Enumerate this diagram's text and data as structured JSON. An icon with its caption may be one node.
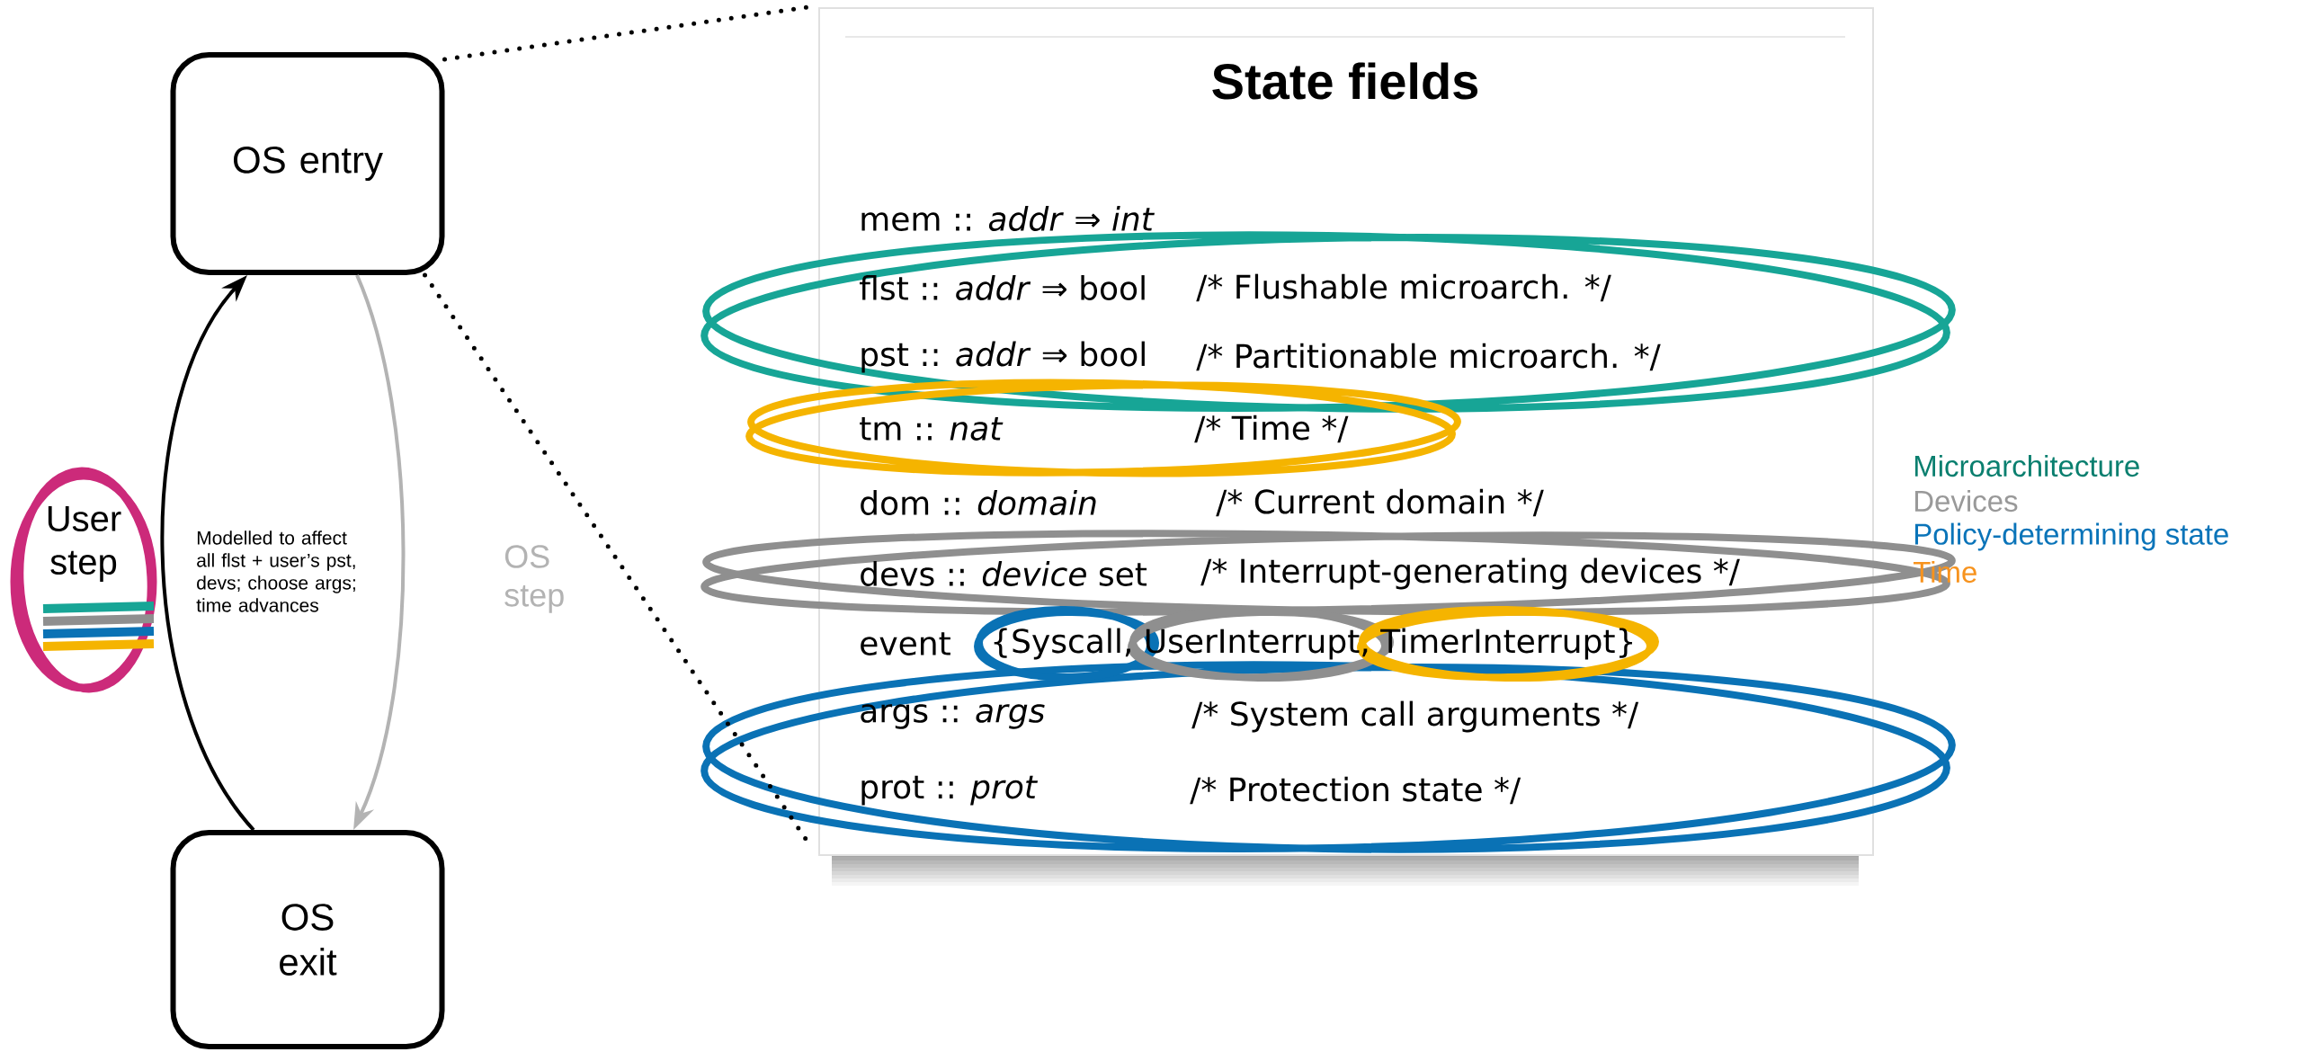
{
  "diagram": {
    "nodes": [
      {
        "text": [
          "OS entry"
        ]
      },
      {
        "text": [
          "OS exit"
        ]
      },
      {
        "text": [
          "State fields",
          "mem :: *addr* ⇒ *int*",
          "flst :: *addr* ⇒ bool",
          "/* Flushable microarch. */",
          "pst :: *addr* ⇒ bool",
          "/* Partitionable microarch. */",
          "tm :: *nat*",
          "/* Time */",
          "dom :: *domain*",
          "/* Current domain */",
          "devs :: *device* set",
          "/* Interrupt-generating devices */",
          "event",
          "{Syscall, UserInterrupt, TimerInterrupt}",
          "args :: *args*",
          "/* System call arguments */",
          "prot :: *prot*",
          "/* Protection state */"
        ]
      },
      {
        "text": [
          "User step"
        ]
      }
    ],
    "edges": [
      {
        "from": 1,
        "to": 0,
        "arrow": "to",
        "label": "Modelled to affect all flst + user’s pst, devs; choose args; time advances"
      },
      {
        "from": 0,
        "to": 1,
        "arrow": "to",
        "label": "OS step",
        "color": "#b3b3b3"
      },
      {
        "from": 0,
        "to": 2,
        "arrow": "none",
        "style": "dashed"
      },
      {
        "from": 0,
        "to": 2,
        "arrow": "none",
        "style": "dashed"
      }
    ],
    "legend": [
      {
        "text": "Microarchitecture",
        "color": "#0a7f6f"
      },
      {
        "text": "Devices",
        "color": "#999999"
      },
      {
        "text": "Policy-determining state",
        "color": "#0a74b9"
      },
      {
        "text": "Time",
        "color": "#f7931e"
      }
    ]
  }
}
